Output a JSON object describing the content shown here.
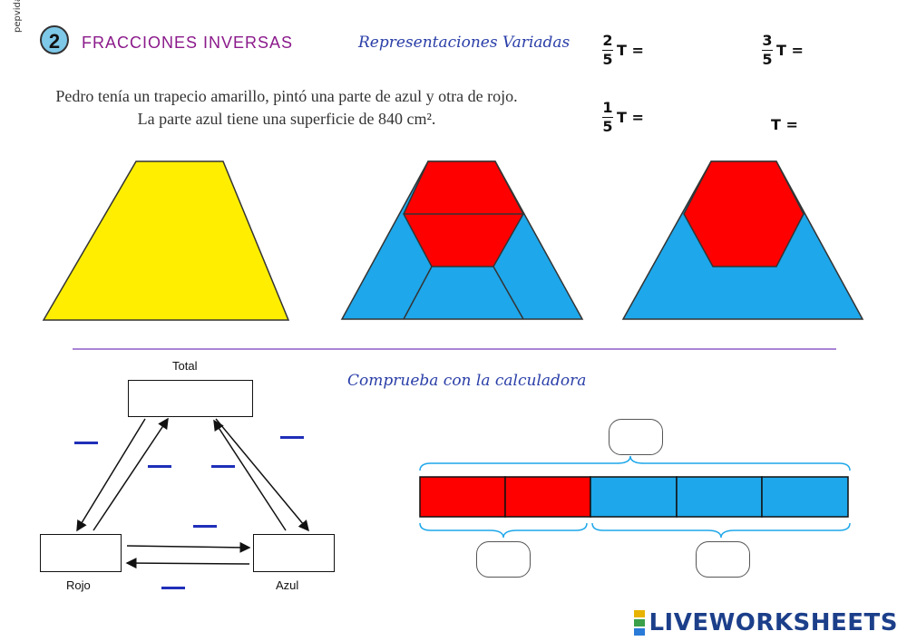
{
  "header": {
    "author": "pepvidal",
    "number": "2",
    "title": "FRACCIONES INVERSAS",
    "subtitle": "Representaciones Variadas"
  },
  "problem_text": "Pedro tenía un trapecio amarillo, pintó una parte de azul y otra de rojo. La parte azul tiene una superficie de 840 cm².",
  "fractions": [
    {
      "numerator": "2",
      "denominator": "5",
      "suffix": "T ="
    },
    {
      "numerator": "3",
      "denominator": "5",
      "suffix": "T ="
    },
    {
      "numerator": "1",
      "denominator": "5",
      "suffix": "T ="
    },
    {
      "numerator": "",
      "denominator": "",
      "suffix": "T ="
    }
  ],
  "shapes": {
    "yellow": "#ffee00",
    "red": "#ff0000",
    "blue": "#1ea7ea",
    "divider": "#8e5cc8"
  },
  "diagram": {
    "check_title": "Comprueba con la calculadora",
    "total_label": "Total",
    "red_label": "Rojo",
    "blue_label": "Azul"
  },
  "bar": {
    "red_parts": 2,
    "blue_parts": 3
  },
  "footer": {
    "logo_text": "LIVEWORKSHEETS"
  }
}
